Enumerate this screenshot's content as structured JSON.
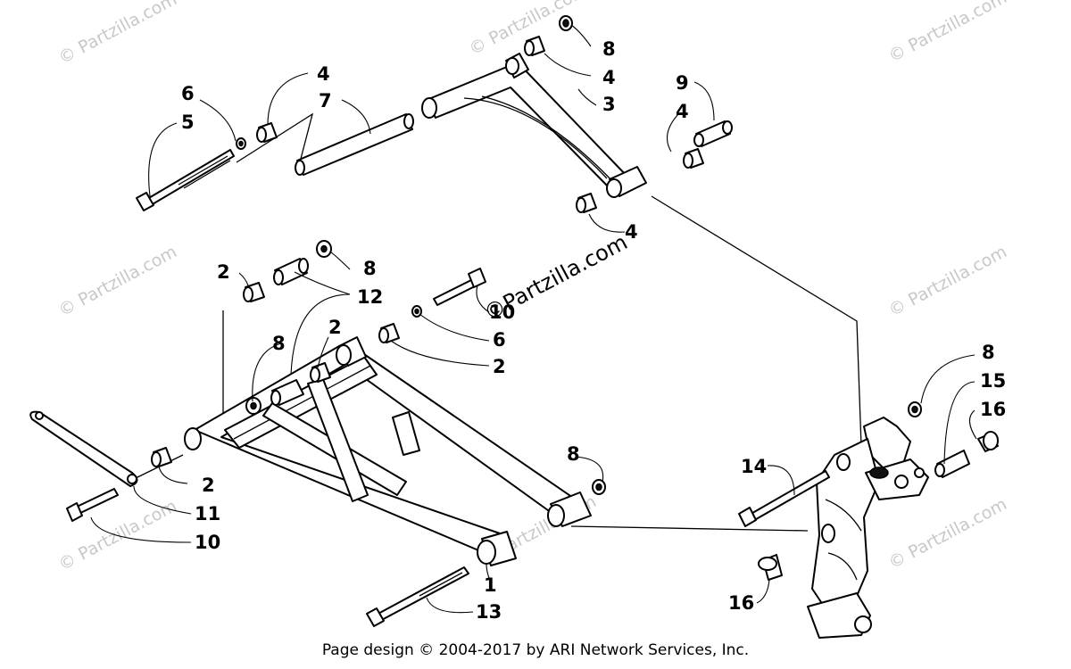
{
  "footer": "Page design © 2004-2017 by ARI Network Services, Inc.",
  "watermark": "© Partzilla.com",
  "watermark_center": "©Partzilla.com",
  "callouts": {
    "c1": "1",
    "c2a": "2",
    "c2b": "2",
    "c2c": "2",
    "c2d": "2",
    "c3": "3",
    "c4a": "4",
    "c4b": "4",
    "c4c": "4",
    "c4d": "4",
    "c5": "5",
    "c6a": "6",
    "c6b": "6",
    "c7": "7",
    "c8a": "8",
    "c8b": "8",
    "c8c": "8",
    "c8d": "8",
    "c8e": "8",
    "c9": "9",
    "c10a": "10",
    "c10b": "10",
    "c11": "11",
    "c12": "12",
    "c13": "13",
    "c14": "14",
    "c15": "15",
    "c16a": "16",
    "c16b": "16"
  }
}
